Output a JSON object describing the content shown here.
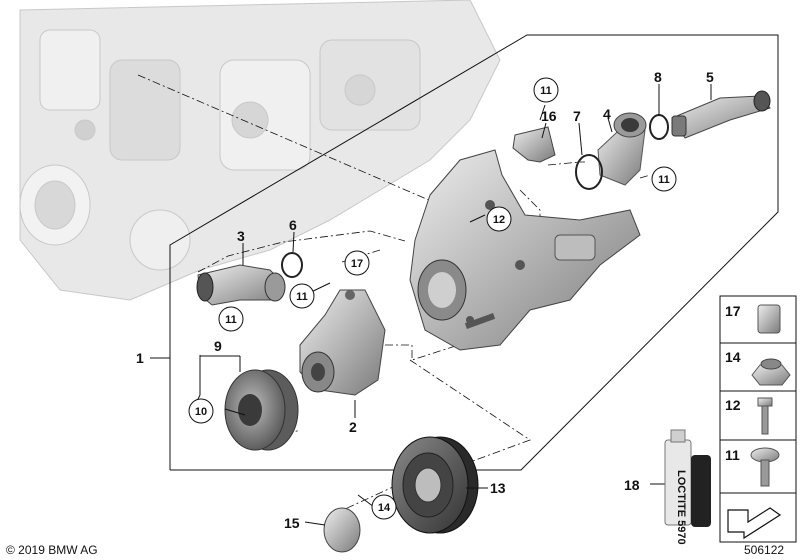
{
  "callouts": {
    "c1": "1",
    "c2": "2",
    "c3": "3",
    "c4": "4",
    "c5": "5",
    "c6": "6",
    "c7": "7",
    "c8": "8",
    "c9": "9",
    "c10": "10",
    "c11": "11",
    "c12": "12",
    "c13": "13",
    "c14": "14",
    "c15": "15",
    "c16": "16",
    "c17": "17",
    "c18": "18"
  },
  "legend": [
    "17",
    "14",
    "12",
    "11"
  ],
  "adhesive_label": "LOCTITE 5970",
  "footer": {
    "copyright": "© 2019 BMW AG",
    "diagram_id": "506122"
  },
  "colors": {
    "line": "#111111",
    "part_light": "#d9d9d9",
    "part_mid": "#a8a8a8",
    "part_dark": "#5a5a5a",
    "engine_block": "#e6e6e6"
  }
}
